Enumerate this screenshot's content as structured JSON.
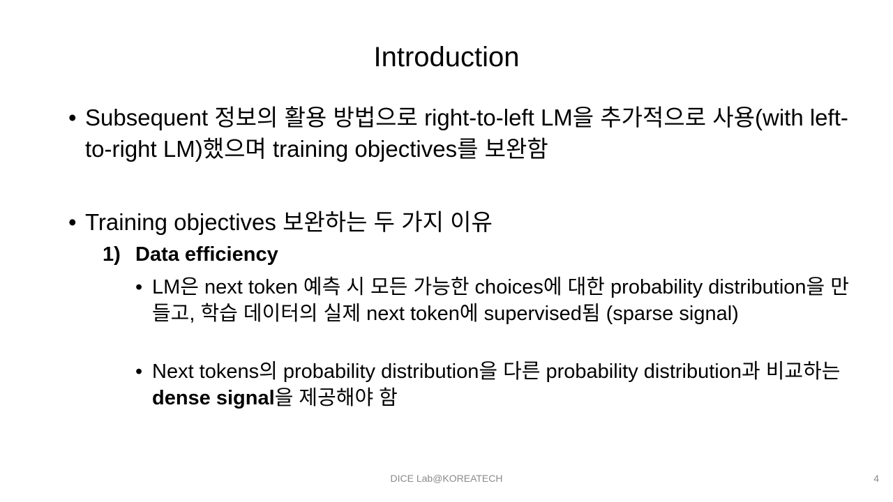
{
  "slide": {
    "title": "Introduction",
    "bullets": [
      {
        "marker": "•",
        "text": "Subsequent 정보의 활용 방법으로 right-to-left LM을 추가적으로 사용(with left-to-right LM)했으며 training objectives를 보완함"
      },
      {
        "marker": "•",
        "text": "Training objectives 보완하는 두 가지 이유"
      }
    ],
    "sub_heading": {
      "number": "1)",
      "text": "Data efficiency"
    },
    "sub_bullets": [
      {
        "marker": "•",
        "text": "LM은 next token 예측 시 모든 가능한 choices에 대한 probability distribution을 만들고, 학습 데이터의 실제 next token에 supervised됨 (sparse signal)"
      },
      {
        "marker": "•",
        "text_before": "Next tokens의 probability distribution을 다른 probability distribution과 비교하는 ",
        "text_bold": "dense signal",
        "text_after": "을 제공해야 함"
      }
    ]
  },
  "footer": {
    "text": "DICE  Lab@KOREATECH",
    "page_number": "4"
  }
}
